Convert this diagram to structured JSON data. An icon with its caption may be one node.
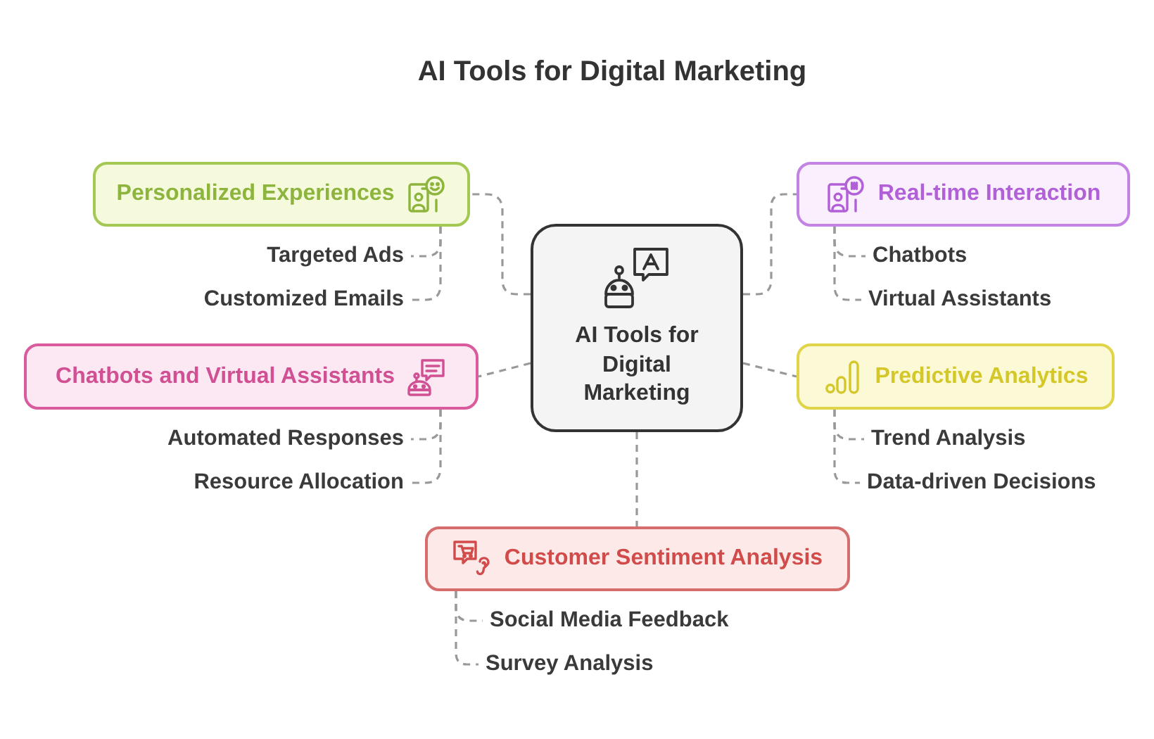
{
  "diagram": {
    "title": "AI Tools for Digital Marketing",
    "nodes": [
      {
        "text": [
          "AI Tools for Digital Marketing"
        ]
      },
      {
        "text": [
          "Personalized Experiences"
        ]
      },
      {
        "text": [
          "Targeted Ads"
        ]
      },
      {
        "text": [
          "Customized Emails"
        ]
      },
      {
        "text": [
          "Real-time Interaction"
        ]
      },
      {
        "text": [
          "Chatbots"
        ]
      },
      {
        "text": [
          "Virtual Assistants"
        ]
      },
      {
        "text": [
          "Chatbots and Virtual Assistants"
        ]
      },
      {
        "text": [
          "Automated Responses"
        ]
      },
      {
        "text": [
          "Resource Allocation"
        ]
      },
      {
        "text": [
          "Predictive Analytics"
        ]
      },
      {
        "text": [
          "Trend Analysis"
        ]
      },
      {
        "text": [
          "Data-driven Decisions"
        ]
      },
      {
        "text": [
          "Customer Sentiment Analysis"
        ]
      },
      {
        "text": [
          "Social Media Feedback"
        ]
      },
      {
        "text": [
          "Survey Analysis"
        ]
      }
    ],
    "edges": [
      {
        "from": 0,
        "to": 1,
        "arrow": "none",
        "style": "dashed"
      },
      {
        "from": 1,
        "to": 2,
        "arrow": "none",
        "style": "dashed"
      },
      {
        "from": 1,
        "to": 3,
        "arrow": "none",
        "style": "dashed"
      },
      {
        "from": 0,
        "to": 4,
        "arrow": "none",
        "style": "dashed"
      },
      {
        "from": 4,
        "to": 5,
        "arrow": "none",
        "style": "dashed"
      },
      {
        "from": 4,
        "to": 6,
        "arrow": "none",
        "style": "dashed"
      },
      {
        "from": 0,
        "to": 7,
        "arrow": "none",
        "style": "dashed"
      },
      {
        "from": 7,
        "to": 8,
        "arrow": "none",
        "style": "dashed"
      },
      {
        "from": 7,
        "to": 9,
        "arrow": "none",
        "style": "dashed"
      },
      {
        "from": 0,
        "to": 10,
        "arrow": "none",
        "style": "dashed"
      },
      {
        "from": 10,
        "to": 11,
        "arrow": "none",
        "style": "dashed"
      },
      {
        "from": 10,
        "to": 12,
        "arrow": "none",
        "style": "dashed"
      },
      {
        "from": 0,
        "to": 13,
        "arrow": "none",
        "style": "dashed"
      },
      {
        "from": 13,
        "to": 14,
        "arrow": "none",
        "style": "dashed"
      },
      {
        "from": 13,
        "to": 15,
        "arrow": "none",
        "style": "dashed"
      }
    ]
  }
}
